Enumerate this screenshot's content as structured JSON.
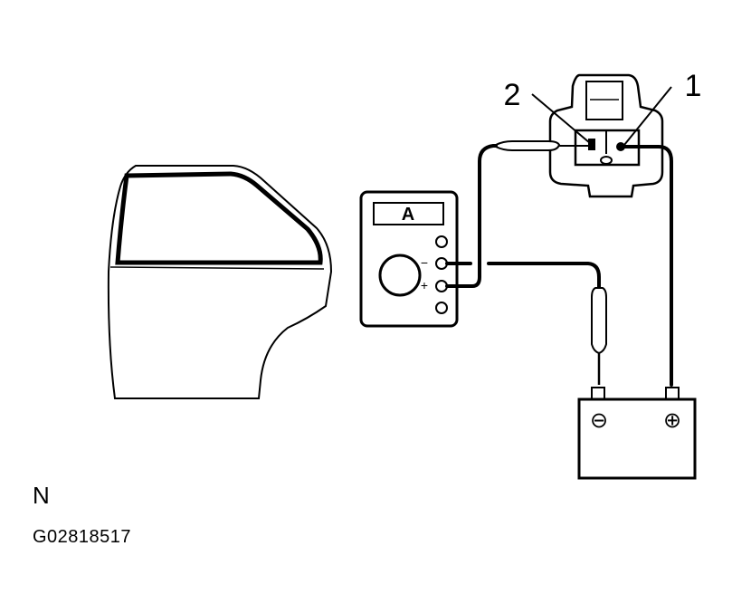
{
  "callouts": {
    "one": "1",
    "two": "2"
  },
  "meter": {
    "display": "A",
    "minus": "−",
    "plus": "+"
  },
  "battery": {
    "negative": "⊖",
    "positive": "⊕"
  },
  "view_label": "N",
  "figure_id": "G02818517"
}
